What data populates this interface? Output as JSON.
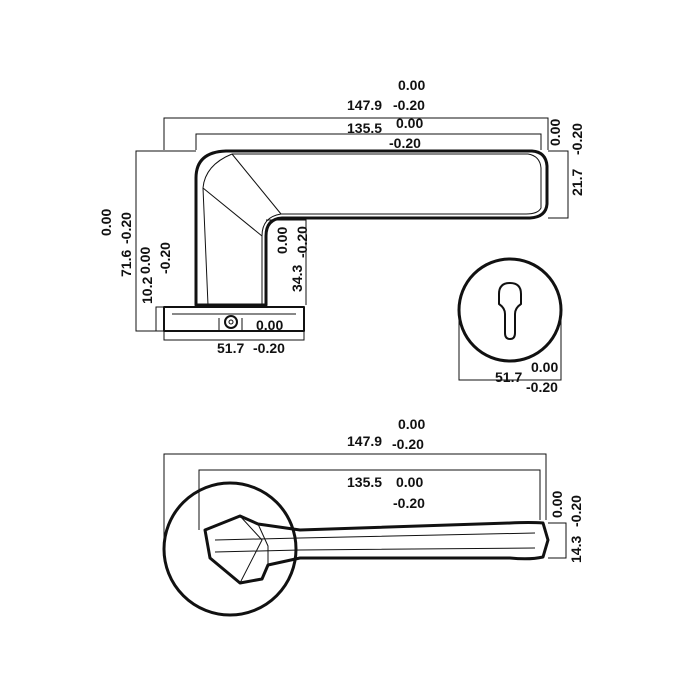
{
  "drawing": {
    "line_color": "#111111",
    "background": "#ffffff"
  },
  "side_view": {
    "overall_length": {
      "nominal": "147.9",
      "upper": "0.00",
      "lower": "-0.20"
    },
    "lever_length": {
      "nominal": "135.5",
      "upper": "0.00",
      "lower": "-0.20"
    },
    "lever_thickness": {
      "nominal": "21.7",
      "upper": "0.00",
      "lower": "-0.20"
    },
    "overall_height": {
      "nominal": "71.6",
      "upper": "0.00",
      "lower": "-0.20"
    },
    "rose_thickness": {
      "nominal": "10.2",
      "upper": "0.00",
      "lower": "-0.20"
    },
    "neck_height": {
      "nominal": "34.3",
      "upper": "0.00",
      "lower": "-0.20"
    },
    "rose_diameter": {
      "nominal": "51.7",
      "upper": "0.00",
      "lower": "-0.20"
    }
  },
  "escutcheon_view": {
    "diameter": {
      "nominal": "51.7",
      "upper": "0.00",
      "lower": "-0.20"
    }
  },
  "top_view": {
    "overall_length": {
      "nominal": "147.9",
      "upper": "0.00",
      "lower": "-0.20"
    },
    "lever_length": {
      "nominal": "135.5",
      "upper": "0.00",
      "lower": "-0.20"
    },
    "lever_width": {
      "nominal": "14.3",
      "upper": "0.00",
      "lower": "-0.20"
    }
  }
}
